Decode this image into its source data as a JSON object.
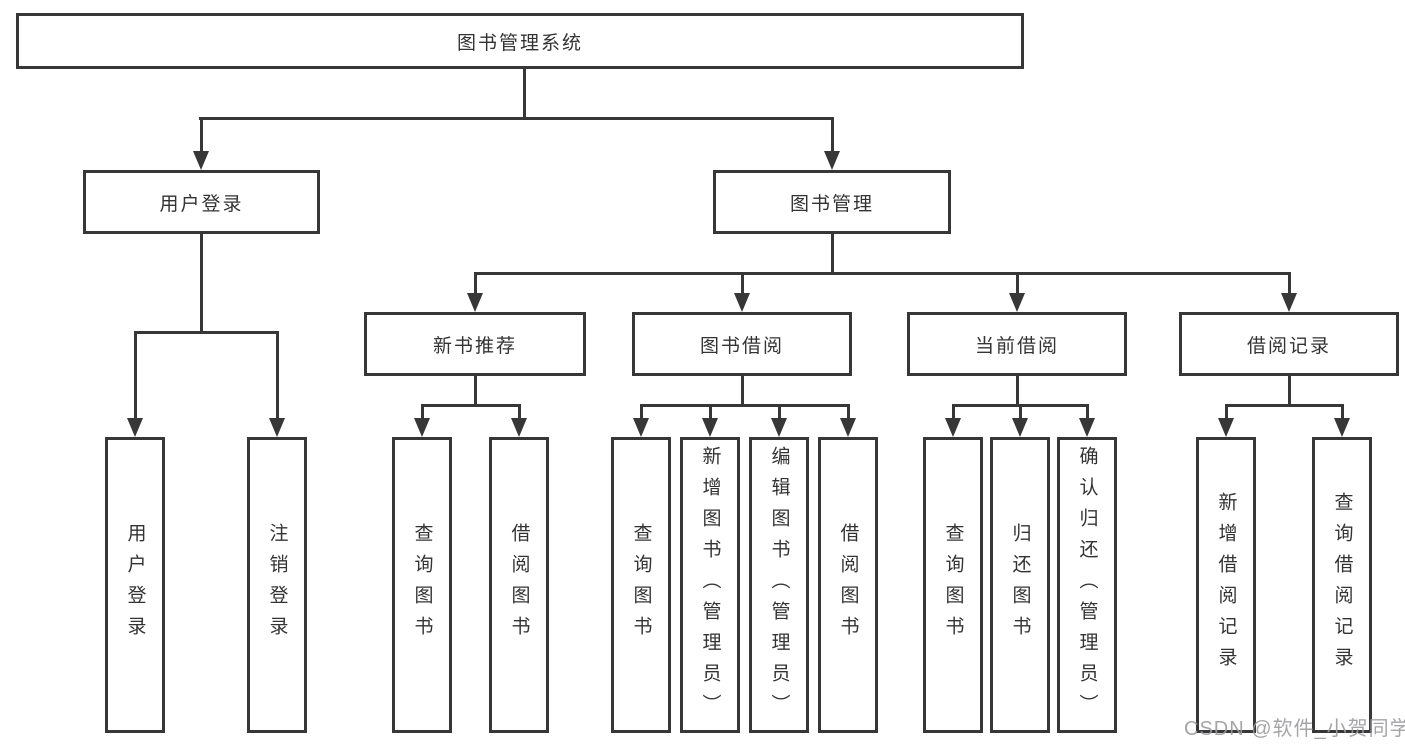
{
  "diagram": {
    "root": "图书管理系统",
    "user_login": {
      "label": "用户登录",
      "children": [
        "用户登录",
        "注销登录"
      ]
    },
    "book_mgmt": {
      "label": "图书管理",
      "sections": {
        "new_book_rec": {
          "label": "新书推荐",
          "children": [
            "查询图书",
            "借阅图书"
          ]
        },
        "book_borrow": {
          "label": "图书借阅",
          "children": [
            "查询图书",
            "新增图书（管理员）",
            "编辑图书（管理员）",
            "借阅图书"
          ]
        },
        "current_borrow": {
          "label": "当前借阅",
          "children": [
            "查询图书",
            "归还图书",
            "确认归还（管理员）"
          ]
        },
        "borrow_records": {
          "label": "借阅记录",
          "children": [
            "新增借阅记录",
            "查询借阅记录"
          ]
        }
      }
    }
  },
  "watermark": "CSDN @软件_小贺同学",
  "colors": {
    "line": "#373737",
    "box_border": "#373737",
    "text": "#333333",
    "watermark": "#9b9b9e",
    "background": "#ffffff"
  }
}
